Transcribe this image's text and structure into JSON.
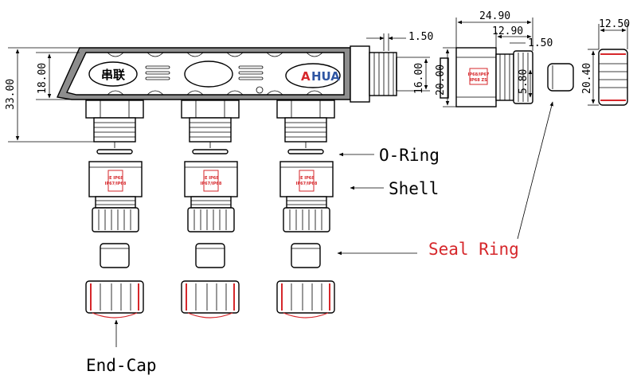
{
  "colors": {
    "accent_red": "#d6272b",
    "body_gray": "#8d8d8d",
    "logo_blue": "#2f56a3",
    "line": "#000000"
  },
  "dimensions": {
    "d_33": "33.00",
    "d_18": "18.00",
    "d_1_50_a": "1.50",
    "d_16": "16.00",
    "d_20": "20.00",
    "d_24_90": "24.90",
    "d_12_90": "12.90",
    "d_1_50_b": "1.50",
    "d_5_80": "5.80",
    "d_12_50": "12.50",
    "d_20_40": "20.40"
  },
  "logos": {
    "left_text": "串联",
    "right_text": "HUA",
    "right_letter": "A"
  },
  "callouts": {
    "o_ring": "O-Ring",
    "shell": "Shell",
    "seal_ring": "Seal Ring",
    "end_cap": "End-Cap"
  },
  "shell_labels": {
    "line1": "IE IP68",
    "line2": "IP67/IP68"
  },
  "side_shell_labels": {
    "line1": "IP68/IP67",
    "line2": "IP68 ZS"
  }
}
